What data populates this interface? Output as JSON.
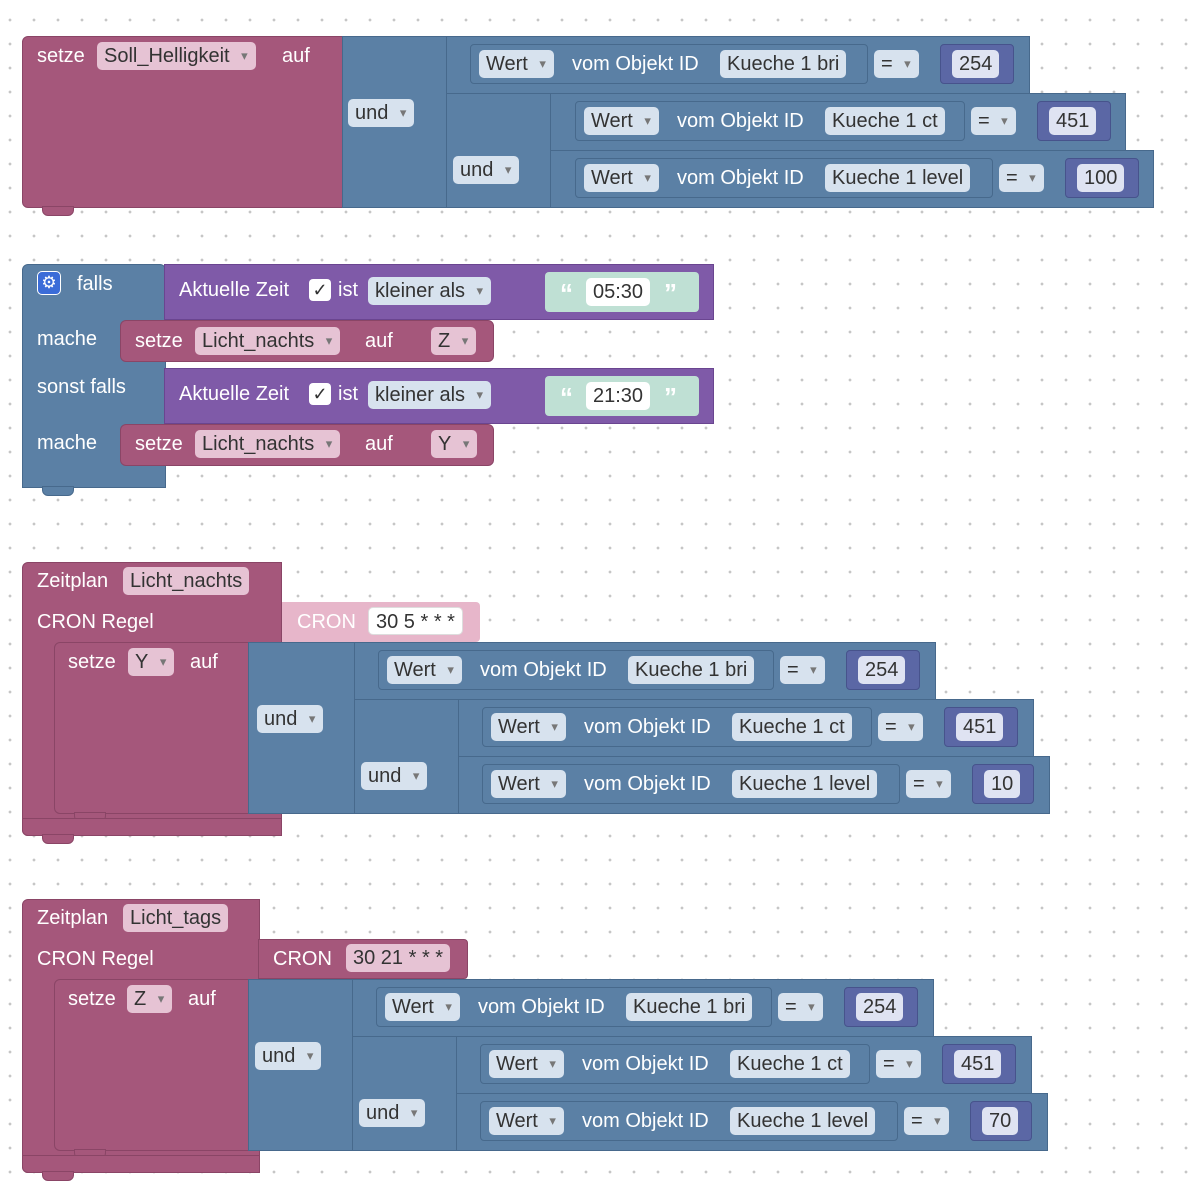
{
  "block1": {
    "setze": "setze",
    "var": "Soll_Helligkeit",
    "auf": "auf",
    "und1": "und",
    "und2": "und",
    "c1": {
      "wert": "Wert",
      "vom": "vom Objekt ID",
      "obj": "Kueche 1 bri",
      "op": "=",
      "val": "254"
    },
    "c2": {
      "wert": "Wert",
      "vom": "vom Objekt ID",
      "obj": "Kueche 1 ct",
      "op": "=",
      "val": "451"
    },
    "c3": {
      "wert": "Wert",
      "vom": "vom Objekt ID",
      "obj": "Kueche 1 level",
      "op": "=",
      "val": "100"
    }
  },
  "block2": {
    "falls": "falls",
    "mache": "mache",
    "sonst_falls": "sonst falls",
    "cond1": {
      "label": "Aktuelle Zeit",
      "check": "✓",
      "ist": "ist",
      "cmp": "kleiner als",
      "q_open": "“",
      "time": "05:30",
      "q_close": "”"
    },
    "set1": {
      "setze": "setze",
      "var": "Licht_nachts",
      "auf": "auf",
      "val": "Z"
    },
    "cond2": {
      "label": "Aktuelle Zeit",
      "check": "✓",
      "ist": "ist",
      "cmp": "kleiner als",
      "q_open": "“",
      "time": "21:30",
      "q_close": "”"
    },
    "set2": {
      "setze": "setze",
      "var": "Licht_nachts",
      "auf": "auf",
      "val": "Y"
    }
  },
  "block3": {
    "zeitplan": "Zeitplan",
    "name": "Licht_nachts",
    "cron_regel": "CRON Regel",
    "cron": "CRON",
    "cron_val": "30 5 * * *",
    "setze": "setze",
    "var": "Y",
    "auf": "auf",
    "und1": "und",
    "und2": "und",
    "c1": {
      "wert": "Wert",
      "vom": "vom Objekt ID",
      "obj": "Kueche 1 bri",
      "op": "=",
      "val": "254"
    },
    "c2": {
      "wert": "Wert",
      "vom": "vom Objekt ID",
      "obj": "Kueche 1 ct",
      "op": "=",
      "val": "451"
    },
    "c3": {
      "wert": "Wert",
      "vom": "vom Objekt ID",
      "obj": "Kueche 1 level",
      "op": "=",
      "val": "10"
    }
  },
  "block4": {
    "zeitplan": "Zeitplan",
    "name": "Licht_tags",
    "cron_regel": "CRON Regel",
    "cron": "CRON",
    "cron_val": "30 21 * * *",
    "setze": "setze",
    "var": "Z",
    "auf": "auf",
    "und1": "und",
    "und2": "und",
    "c1": {
      "wert": "Wert",
      "vom": "vom Objekt ID",
      "obj": "Kueche 1 bri",
      "op": "=",
      "val": "254"
    },
    "c2": {
      "wert": "Wert",
      "vom": "vom Objekt ID",
      "obj": "Kueche 1 ct",
      "op": "=",
      "val": "451"
    },
    "c3": {
      "wert": "Wert",
      "vom": "vom Objekt ID",
      "obj": "Kueche 1 level",
      "op": "=",
      "val": "70"
    }
  }
}
